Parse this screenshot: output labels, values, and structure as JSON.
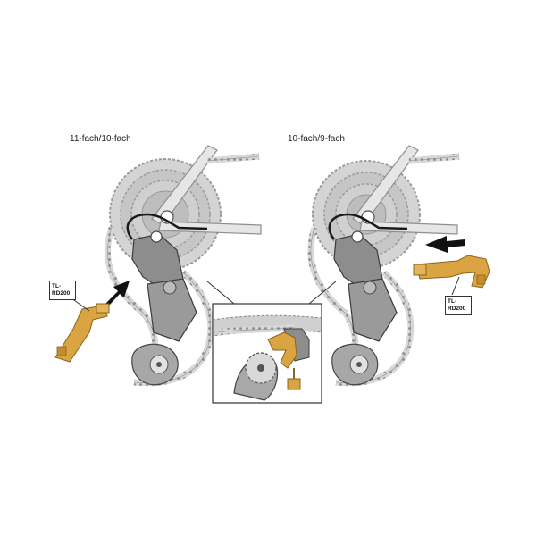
{
  "captions": {
    "left": "11-fach/10-fach",
    "right": "10-fach/9-fach"
  },
  "tool": {
    "label_line1": "TL-",
    "label_line2": "RD200"
  },
  "colors": {
    "background": "#ffffff",
    "cassette": "#cfcfcf",
    "frame": "#e2e2e2",
    "derailleur": "#8a8a8a",
    "tool": "#d9a441",
    "arrow": "#111111",
    "cable": "#1a1a1a"
  }
}
